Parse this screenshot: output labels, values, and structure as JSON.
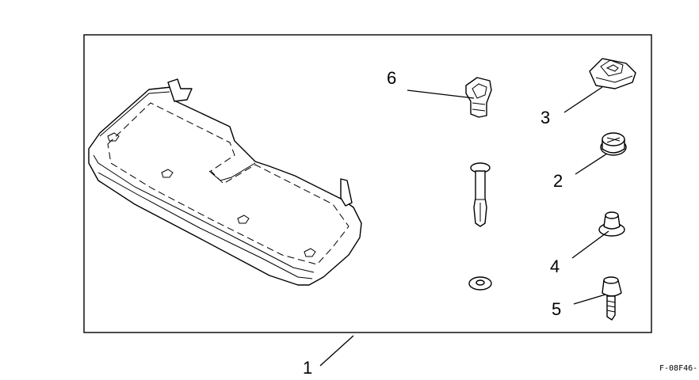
{
  "diagram": {
    "drawing_code": "F-08F46-",
    "callouts": [
      {
        "id": "1",
        "label": "1"
      },
      {
        "id": "2",
        "label": "2"
      },
      {
        "id": "3",
        "label": "3"
      },
      {
        "id": "4",
        "label": "4"
      },
      {
        "id": "5",
        "label": "5"
      },
      {
        "id": "6",
        "label": "6"
      }
    ]
  }
}
